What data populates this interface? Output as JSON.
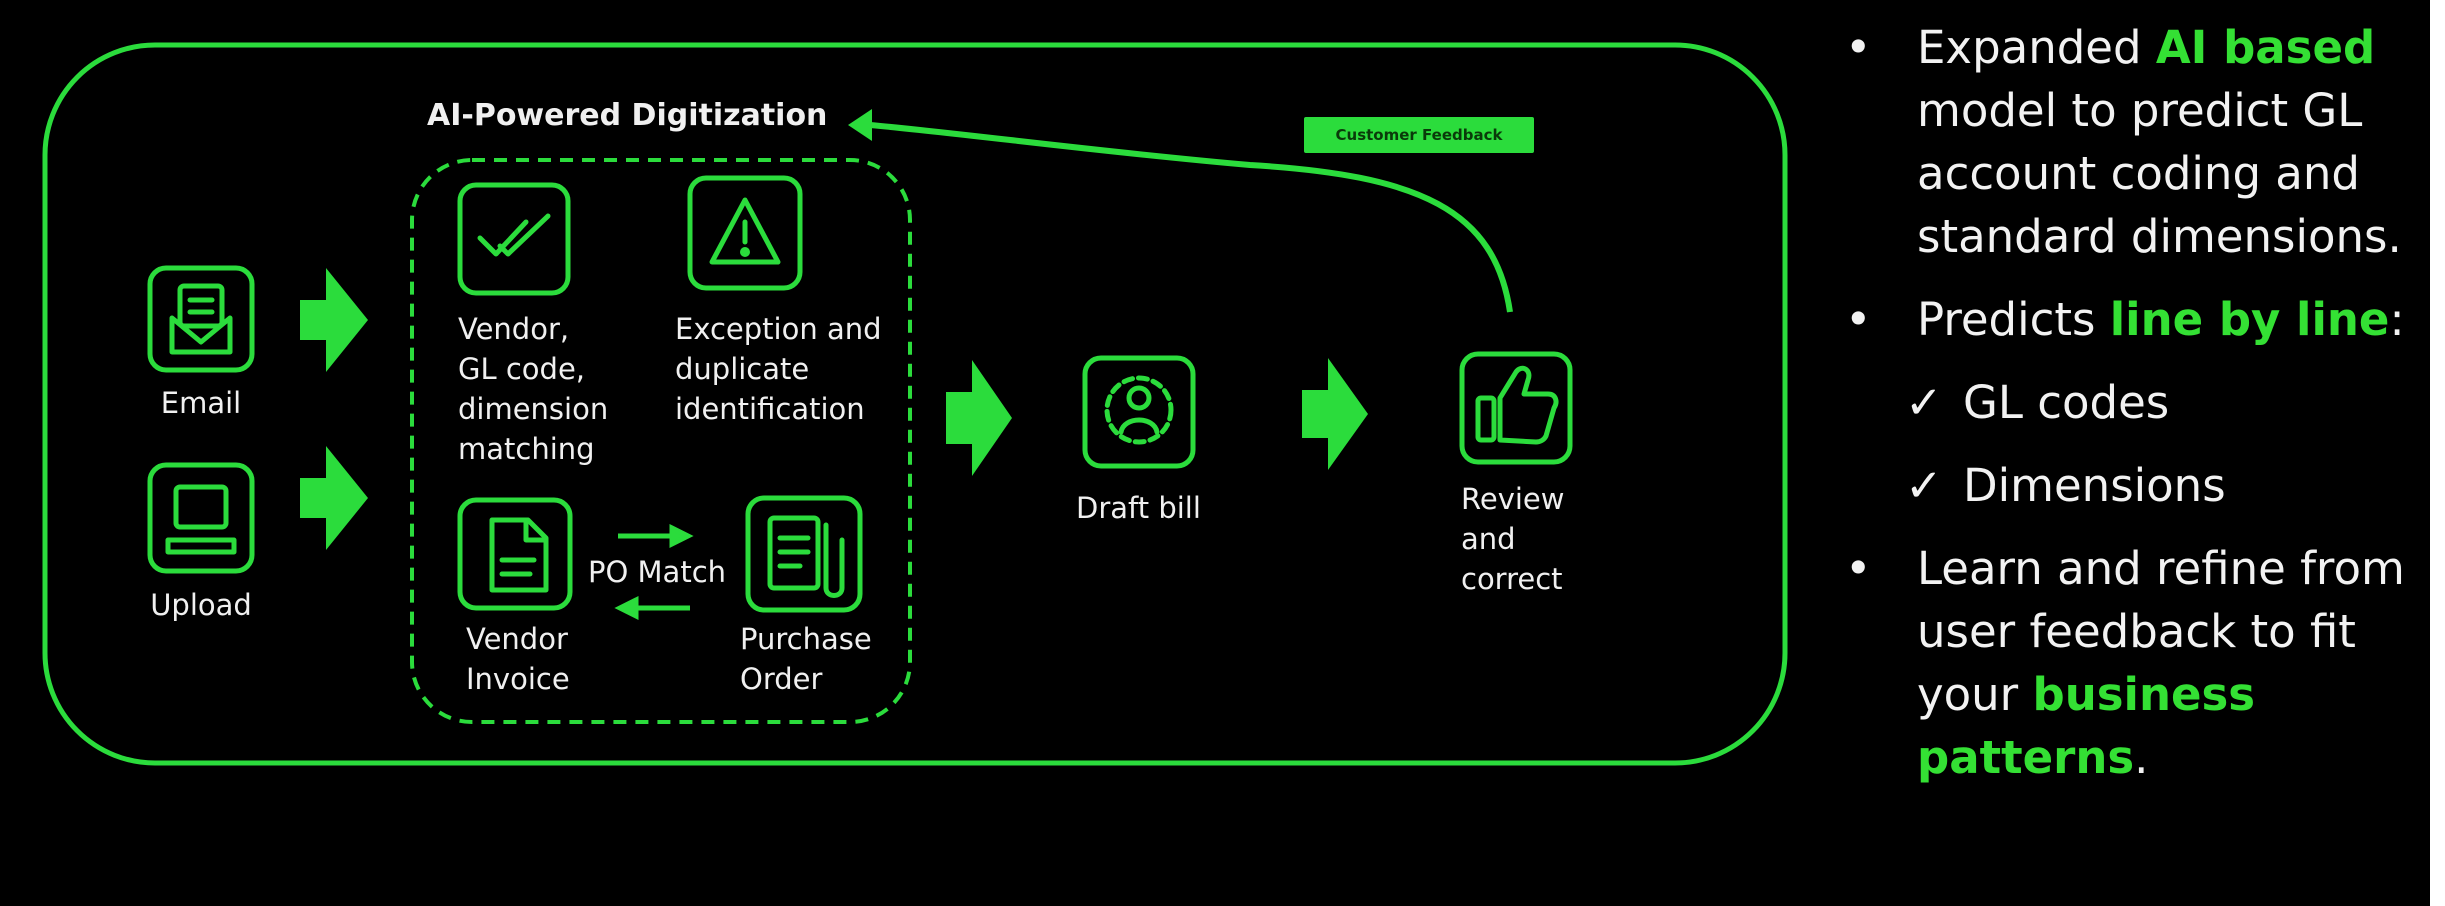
{
  "diagram": {
    "title": "AI-Powered Digitization",
    "badge": "Customer Feedback",
    "nodes": {
      "email": "Email",
      "upload": "Upload",
      "vendor_match": [
        "Vendor,",
        "GL code,",
        "dimension",
        "matching"
      ],
      "exception": [
        "Exception and",
        "duplicate",
        "identification"
      ],
      "vendor_invoice": [
        "Vendor",
        "Invoice"
      ],
      "po_match": "PO Match",
      "purchase_order": [
        "Purchase",
        "Order"
      ],
      "draft_bill": "Draft bill",
      "review": [
        "Review",
        "and",
        "correct"
      ]
    },
    "accent_color": "#2bdc3c",
    "icons": [
      "email-icon",
      "upload-laptop-icon",
      "double-check-icon",
      "warning-icon",
      "document-icon",
      "purchase-order-icon",
      "gear-person-icon",
      "thumbs-up-icon"
    ]
  },
  "bullets": {
    "b1": {
      "pre": "Expanded ",
      "hl": "AI based",
      "post": " model to predict GL account coding and standard dimensions."
    },
    "b2": {
      "pre": "Predicts ",
      "hl": "line by line",
      "post": ":"
    },
    "checks": [
      "GL codes",
      "Dimensions"
    ],
    "b3": {
      "pre": "Learn and refine from user feedback to fit your ",
      "hl": "business patterns",
      "post": "."
    },
    "bullet_char": "•",
    "check_char": "✓"
  }
}
